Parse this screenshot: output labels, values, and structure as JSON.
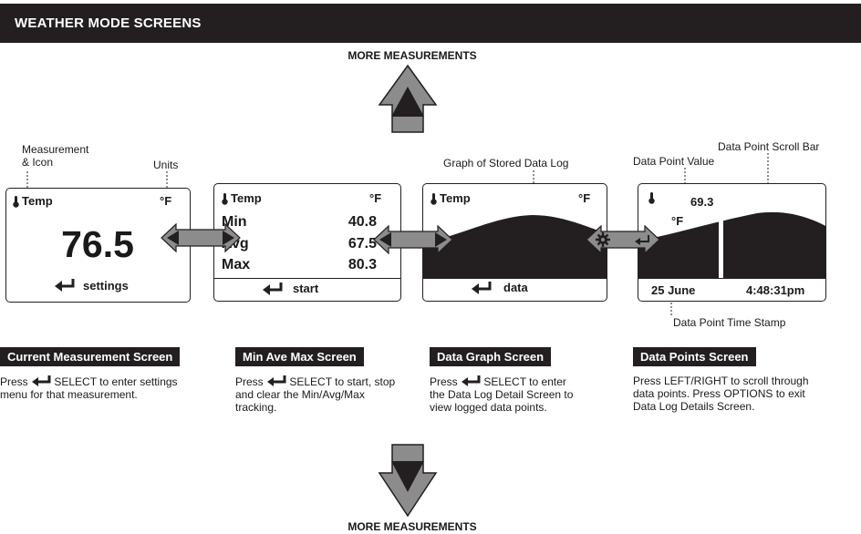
{
  "header": {
    "title": "WEATHER MODE SCREENS"
  },
  "nav": {
    "top_label": "MORE MEASUREMENTS",
    "bottom_label": "MORE MEASUREMENTS"
  },
  "callouts": {
    "measurement_icon_line1": "Measurement",
    "measurement_icon_line2": "& Icon",
    "units": "Units",
    "graph_log": "Graph of Stored Data Log",
    "scroll_bar": "Data Point Scroll Bar",
    "point_value": "Data Point Value",
    "time_stamp": "Data Point Time Stamp"
  },
  "screens": {
    "current": {
      "name": "Temp",
      "unit": "°F",
      "value": "76.5",
      "footer": "settings"
    },
    "minmax": {
      "name": "Temp",
      "unit": "°F",
      "rows": [
        {
          "label": "Min",
          "value": "40.8"
        },
        {
          "label": "Avg",
          "value": "67.5"
        },
        {
          "label": "Max",
          "value": "80.3"
        }
      ],
      "footer": "start"
    },
    "graph": {
      "name": "Temp",
      "unit": "°F",
      "footer": "data"
    },
    "points": {
      "value": "69.3",
      "unit": "°F",
      "date": "25 June",
      "time": "4:48:31pm"
    }
  },
  "captions": {
    "current": {
      "title": "Current Measurement Screen",
      "desc_press": "Press",
      "desc_rest_line1": "SELECT to enter settings",
      "desc_line2": "menu for that measurement."
    },
    "minmax": {
      "title": "Min Ave Max Screen",
      "desc_press": "Press",
      "desc_rest_line1": "SELECT to start, stop",
      "desc_line2": "and clear the Min/Avg/Max",
      "desc_line3": "tracking."
    },
    "graph": {
      "title": "Data Graph Screen",
      "desc_press": "Press",
      "desc_rest_line1": "SELECT to enter",
      "desc_line2": "the Data Log Detail Screen to",
      "desc_line3": "view logged data points."
    },
    "points": {
      "title": "Data Points Screen",
      "desc_line1": "Press LEFT/RIGHT to scroll through",
      "desc_line2": "data points.  Press OPTIONS to exit",
      "desc_line3": "Data Log Details Screen."
    }
  }
}
